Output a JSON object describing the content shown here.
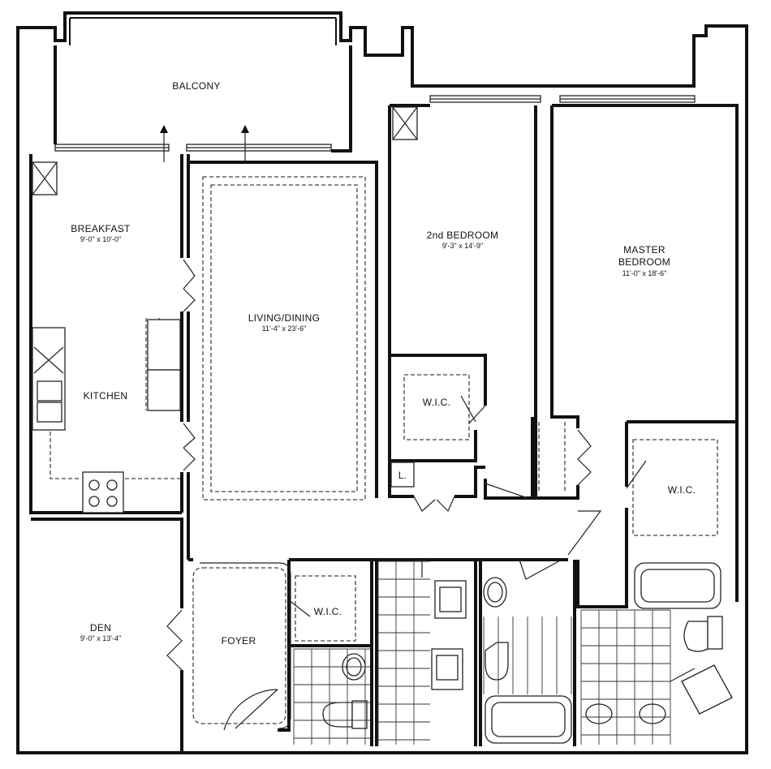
{
  "rooms": {
    "balcony": {
      "label": "BALCONY"
    },
    "breakfast": {
      "label": "BREAKFAST",
      "dimensions": "9'-0\" x 10'-0\""
    },
    "kitchen": {
      "label": "KITCHEN"
    },
    "living_dining": {
      "label": "LIVING/DINING",
      "dimensions": "11'-4\" x 23'-6\""
    },
    "second_bedroom": {
      "label": "2nd BEDROOM",
      "dimensions": "9'-3\" x 14'-9\""
    },
    "master_bedroom": {
      "label_line1": "MASTER",
      "label_line2": "BEDROOM",
      "dimensions": "11'-0\" x 18'-6\""
    },
    "wic_second": {
      "label": "W.I.C."
    },
    "wic_master": {
      "label": "W.I.C."
    },
    "wic_foyer": {
      "label": "W.I.C."
    },
    "linen": {
      "label": "L."
    },
    "den": {
      "label": "DEN",
      "dimensions": "9'-0\" x 13'-4\""
    },
    "foyer": {
      "label": "FOYER"
    }
  },
  "colors": {
    "ink": "#111111",
    "paper": "#ffffff"
  }
}
